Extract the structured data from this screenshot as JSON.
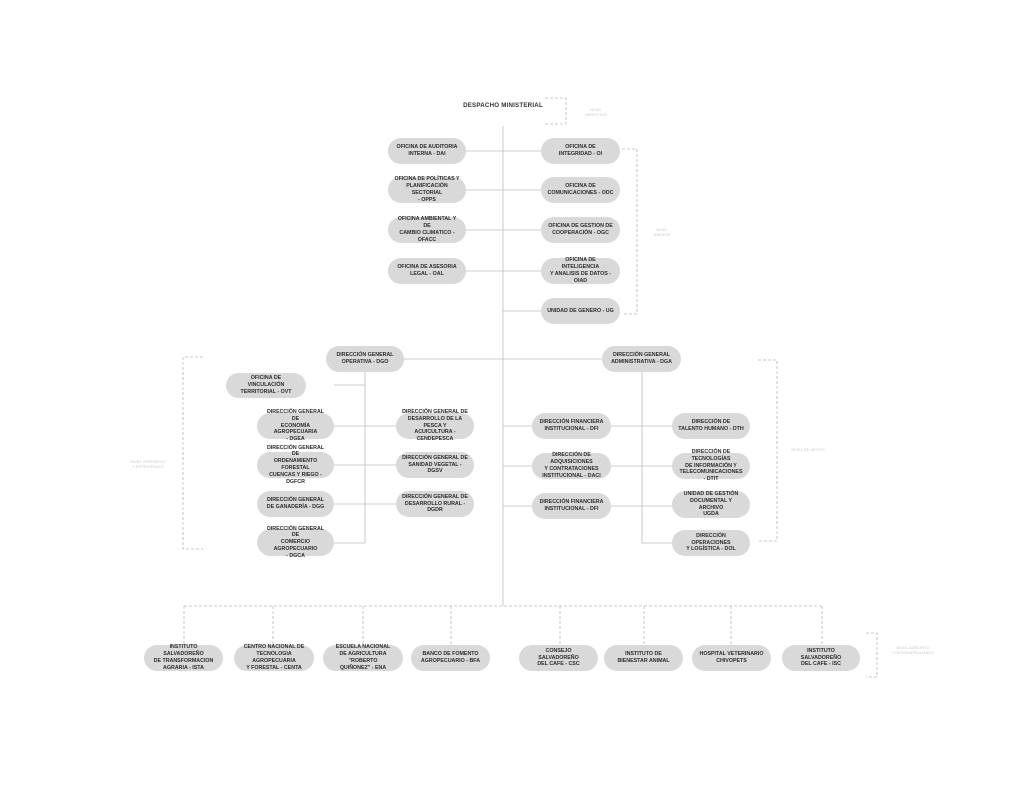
{
  "top": {
    "title": "DESPACHO MINISTERIAL"
  },
  "levels": {
    "directivo": "NIVEL\nDIRECTIVO",
    "asesor": "NIVEL\nASESOR",
    "operativo": "NIVEL OPERATIVO\nY ESTRATÉGICO",
    "apoyo": "NIVEL DE APOYO",
    "descentralizado": "NIVEL ADSCRITO\nY DESCENTRALIZADO"
  },
  "nodes": {
    "dai": "OFICINA DE AUDITORIA\nINTERNA - DAI",
    "oi": "OFICINA DE\nINTEGRIDAD - OI",
    "opps": "OFICINA DE POLÍTICAS Y\nPLANIFICACIÓN SECTORIAL\n- OPPS",
    "odc": "OFICINA DE\nCOMUNICACIONES - ODC",
    "ofacc": "OFICINA AMBIENTAL Y DE\nCAMBIO CLIMATICO - OFACC",
    "ogc": "OFICINA DE GESTION DE\nCOOPERACIÓN - OGC",
    "oal": "OFICINA DE ASESORIA\nLEGAL - OAL",
    "oiad": "OFICINA DE INTELIGENCIA\nY ANALISIS DE DATOS - OIAD",
    "ug": "UNIDAD DE GENERO - UG",
    "dgo": "DIRECCIÓN GENERAL\nOPERATIVA - DGO",
    "dga": "DIRECCIÓN GENERAL\nADMINISTRATIVA - DGA",
    "ovt": "OFICINA DE VINCULACIÓN\nTERRITORIAL - OVT",
    "dgea": "DIRECCIÓN GENERAL DE\nECONOMÍA AGROPECUARIA\n-      DGEA",
    "cendepesca": "DIRECCIÓN GENERAL DE\nDESARROLLO DE LA PESCA Y\nACUICULTURA - CENDEPESCA",
    "dgfcr": "DIRECCIÓN GENERAL DE\nORDENAMIENTO FORESTAL\nCUENCAS Y RIEGO - DGFCR",
    "dgsv": "DIRECCIÓN GENERAL DE\nSANIDAD VEGETAL - DGSV",
    "dgg": "DIRECCIÓN GENERAL\nDE GANADERÍA - DGG",
    "dgdr": "DIRECCIÓN GENERAL DE\nDESARROLLO RURAL - DGDR",
    "dgca": "DIRECCIÓN GENERAL DE\nCOMERCIO AGROPECUARIO\n- DGCA",
    "dfi1": "DIRECCIÓN  FINANCIERA\nINSTITUCIONAL - DFI",
    "dth": "DIRECCIÓN DE\nTALENTO HUMANO - DTH",
    "daci": "DIRECCIÓN DE ADQUISICIONES\nY CONTRATACIONES\nINSTITUCIONAL - DACI",
    "dtit": "DIRECCIÓN DE TECNOLOGÍAS\nDE INFORMACIÓN Y\nTELECOMUNICACIONES - DTIT",
    "dfi2": "DIRECCIÓN  FINANCIERA\nINSTITUCIONAL - DFI",
    "ugda": "UNIDAD DE GESTIÓN\nDOCUMENTAL Y ARCHIVO\nUGDA",
    "dol": "DIRECCIÓN OPERACIONES\nY LOGÍSTICA - DOL",
    "ista": "INSTITUTO SALVADOREÑO\nDE TRANSFORMACION\nAGRARIA - ISTA",
    "centa": "CENTRO NACIONAL DE\nTECNOLOGIA AGROPECUARIA\nY FORESTAL - CENTA",
    "ema": "ESCUELA NACIONAL\nDE AGRICULTURA \"ROBERTO\nQUIÑONEZ\" - ENA",
    "bfa": "BANCO DE FOMENTO\nAGROPECUARIO - BFA",
    "csc": "CONSEJO SALVADOREÑO\nDEL CAFE - CSC",
    "iba": "INSTITUTO DE\nBIENESTAR ANIMAL",
    "chivopets": "HOSPITAL VETERINARIO\nCHIVOPETS",
    "isc": "INSTITUTO SALVADOREÑO\nDEL CAFE - ISC"
  }
}
